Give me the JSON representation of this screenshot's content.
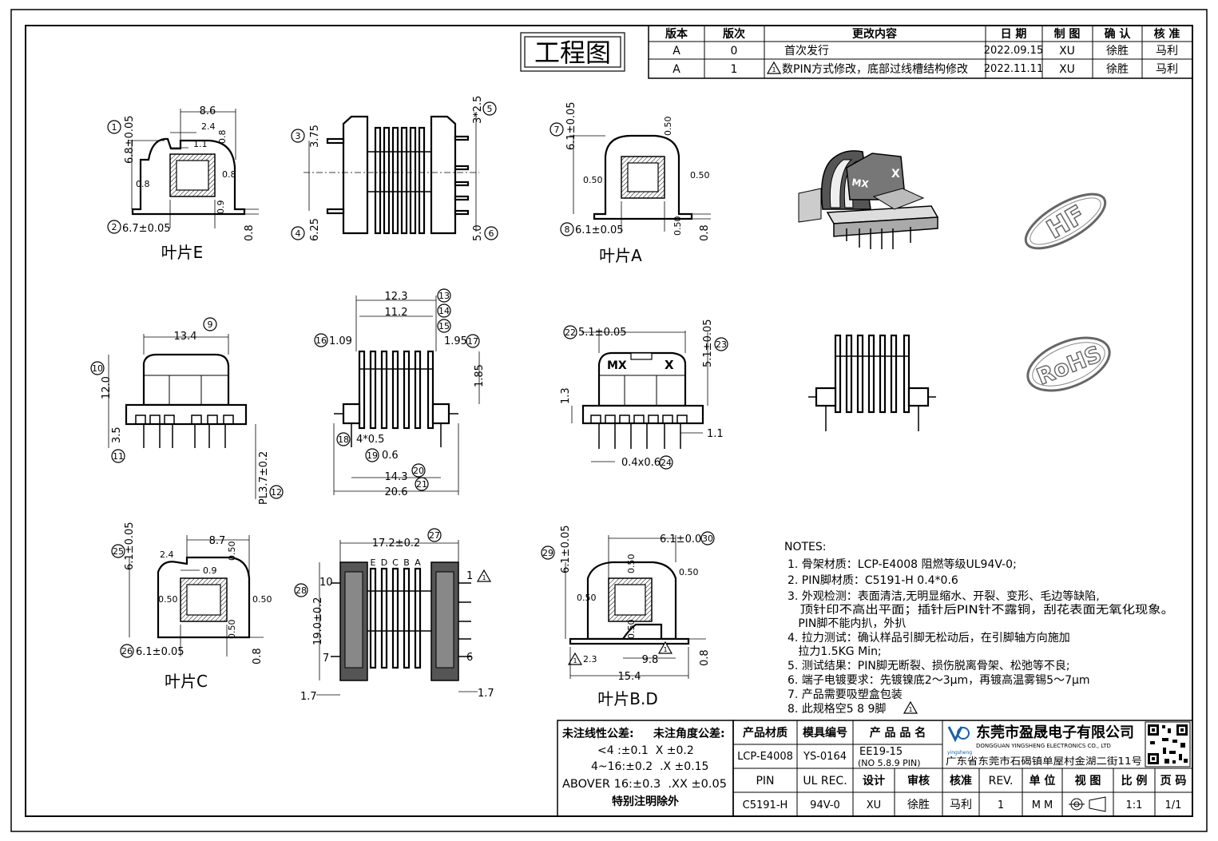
{
  "title_stamp": "工程图",
  "revision_table": {
    "headers": [
      "版本",
      "版次",
      "更改内容",
      "日 期",
      "制 图",
      "确 认",
      "核 准"
    ],
    "rows": [
      [
        "A",
        "0",
        "首次发行",
        "2022.09.15",
        "XU",
        "徐胜",
        "马利"
      ],
      [
        "A",
        "1",
        "数PIN方式修改，底部过线槽结构修改",
        "2022.11.11",
        "XU",
        "徐胜",
        "马利"
      ]
    ],
    "rev_mark": "1"
  },
  "views": {
    "e": {
      "label": "叶片E",
      "d1": "8.6",
      "d2": "2.4",
      "d3": "1.1",
      "d4": "0.8",
      "d5": "0.8",
      "d6": "0.8",
      "d7": "0.9",
      "height": "6.8±0.05",
      "width": "6.7±0.05",
      "bottom": "0.8",
      "n1": "1",
      "n2": "2"
    },
    "side_top": {
      "d_top": "3*2.5",
      "d_left_top": "3.75",
      "d_left_bot": "6.25",
      "d_right_bot": "5.0",
      "n3": "3",
      "n4": "4",
      "n5": "5",
      "n6": "6"
    },
    "a": {
      "label": "叶片A",
      "height": "6.1±0.05",
      "width": "6.1±0.05",
      "d1": "0.50",
      "d2": "0.50",
      "d3": "0.50",
      "d4": "0.50",
      "bottom": "0.8",
      "n7": "7",
      "n8": "8"
    },
    "front": {
      "width": "13.4",
      "height": "12.0",
      "pin_len": "3.5",
      "pl": "PL3.7±0.2",
      "n9": "9",
      "n10": "10",
      "n11": "11",
      "n12": "12"
    },
    "side": {
      "w1": "12.3",
      "w2": "11.2",
      "d1": "1.09",
      "d2": "1.95",
      "h1": "1.85",
      "pins": "4*0.5",
      "gap": "0.6",
      "w3": "14.3",
      "w4": "20.6",
      "n13": "13",
      "n14": "14",
      "n15": "15",
      "n16": "16",
      "n17": "17",
      "n18": "18",
      "n19": "19",
      "n20": "20",
      "n21": "21"
    },
    "back": {
      "top": "5.1±0.05",
      "right": "5.1±0.05",
      "left": "1.3",
      "pin_right": "1.1",
      "pin_size": "0.4x0.6",
      "mark_mx": "MX",
      "mark_x": "X",
      "n22": "22",
      "n23": "23",
      "n24": "24"
    },
    "c": {
      "label": "叶片C",
      "height": "6.1±0.05",
      "width": "6.1±0.05",
      "d_top": "8.7",
      "d1": "2.4",
      "d2": "0.9",
      "d3": "0.50",
      "d4": "0.50",
      "d5": "0.50",
      "d6": "0.50",
      "bottom": "0.8",
      "n25": "25",
      "n26": "26"
    },
    "bottom": {
      "width": "17.2±0.2",
      "height": "19.0±0.2",
      "side_l": "1.7",
      "side_r": "1.7",
      "pin_letters": [
        "E",
        "D",
        "C",
        "B",
        "A"
      ],
      "pin10": "10",
      "pin7": "7",
      "pin1": "1",
      "pin6": "6",
      "n27": "27",
      "n28": "28",
      "rev": "1"
    },
    "bd": {
      "label": "叶片B.D",
      "height": "6.1±0.05",
      "width": "6.1±0.05",
      "d1": "0.50",
      "d2": "0.50",
      "d3": "0.50",
      "d4": "0.50",
      "w1": "9.8",
      "w2": "15.4",
      "d5": "2.3",
      "bottom": "0.8",
      "n29": "29",
      "n30": "30",
      "rev": "1"
    },
    "iso": {
      "mark_mx": "MX",
      "mark_x": "X"
    }
  },
  "logos": {
    "hf": "HF",
    "rohs": "RoHS"
  },
  "notes": {
    "heading": "NOTES:",
    "items": [
      "1. 骨架材质：LCP-E4008 阻燃等级UL94V-0;",
      "2. PIN脚材质：C5191-H 0.4*0.6",
      "3. 外观检测：表面清洁,无明显缩水、开裂、变形、毛边等缺陷,",
      "   顶针印不高出平面；插针后PIN针不露铜，刮花表面无氧化现象。",
      "   PIN脚不能内扒，外扒",
      "4. 拉力测试：确认样品引脚无松动后，在引脚轴方向施加",
      "   拉力1.5KG Min;",
      "5. 测试结果：PIN脚无断裂、损伤脱离骨架、松弛等不良;",
      "6. 端子电镀要求：先镀镍底2～3μm，再镀高温雾锡5～7μm",
      "7. 产品需要吸塑盒包装",
      "8. 此规格空5 8 9脚"
    ],
    "rev": "1"
  },
  "tolerances": {
    "linear_title": "未注线性公差:",
    "angle_title": "未注角度公差:",
    "rows": [
      "<4 :±0.1  X ±0.2",
      "4~16:±0.2  .X ±0.15",
      "ABOVER 16:±0.3  .XX ±0.05"
    ],
    "footer": "特别注明除外"
  },
  "title_block": {
    "h_material": "产品材质",
    "h_mold": "模具编号",
    "h_name": "产 品 品 名",
    "material": "LCP-E4008",
    "mold": "YS-0164",
    "name1": "EE19-15",
    "name2": "(NO 5.8.9 PIN)",
    "h_pin": "PIN",
    "h_ul": "UL REC.",
    "h_design": "设计",
    "h_review": "审核",
    "h_approve": "核准",
    "h_rev": "REV.",
    "h_unit": "单 位",
    "h_view": "视 图",
    "h_scale": "比 例",
    "h_page": "页 码",
    "pin": "C5191-H",
    "ul": "94V-0",
    "design": "XU",
    "review": "徐胜",
    "approve": "马利",
    "rev": "1",
    "unit": "M M",
    "scale": "1:1",
    "page": "1/1"
  },
  "company": {
    "name_cn": "东莞市盈晟电子有限公司",
    "name_en": "DONGGUAN YINGSHENG ELECTRONICS CO., LTD",
    "address": "广东省东莞市石碣镇单屋村金湖二街11号",
    "logo_text": "yingsheng"
  }
}
